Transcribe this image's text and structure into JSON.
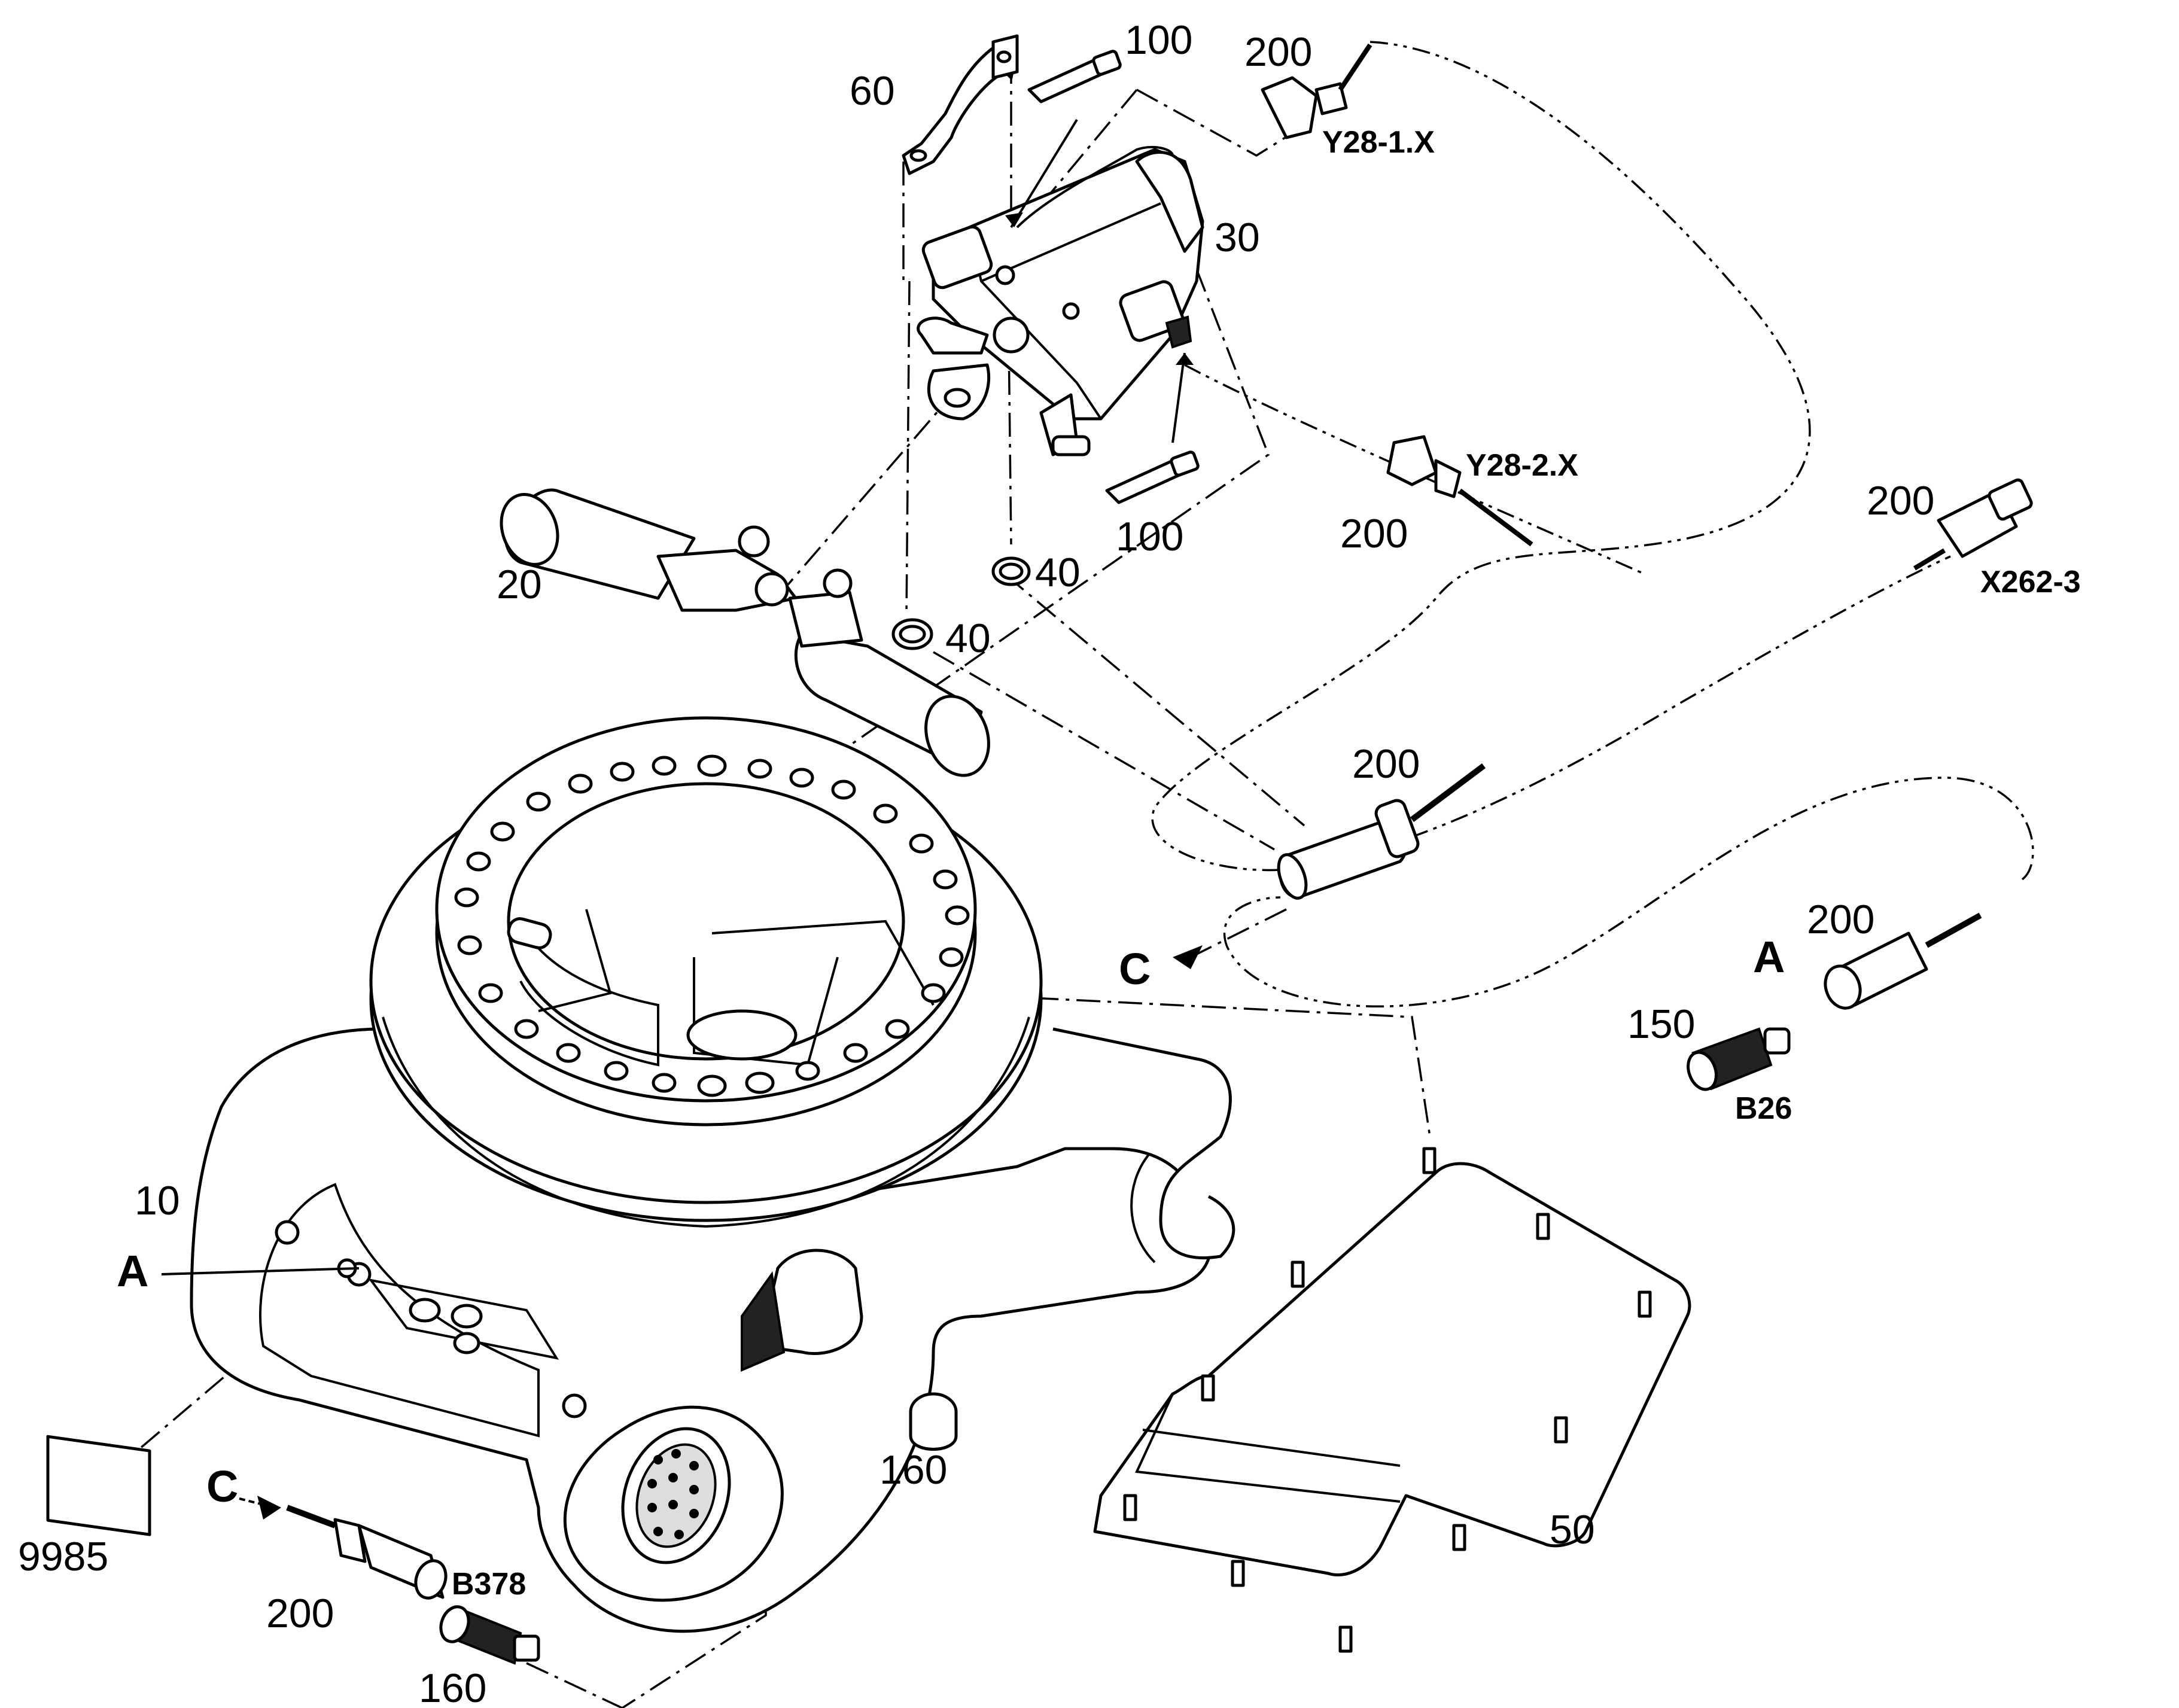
{
  "callouts": {
    "n10": "10",
    "n20": "20",
    "n30": "30",
    "n40a": "40",
    "n40b": "40",
    "n50": "50",
    "n60": "60",
    "n100a": "100",
    "n100b": "100",
    "n150": "150",
    "n160a": "160",
    "n160b": "160",
    "n200a": "200",
    "n200b": "200",
    "n200c": "200",
    "n200d": "200",
    "n200e": "200",
    "n200f": "200",
    "n9985": "9985"
  },
  "designations": {
    "y28_1": "Y28-1.X",
    "y28_2": "Y28-2.X",
    "x262_3": "X262-3",
    "b26": "B26",
    "b378": "B378"
  },
  "references": {
    "a_top": "A",
    "a_side": "A",
    "c_top": "C",
    "c_bottom": "C"
  }
}
